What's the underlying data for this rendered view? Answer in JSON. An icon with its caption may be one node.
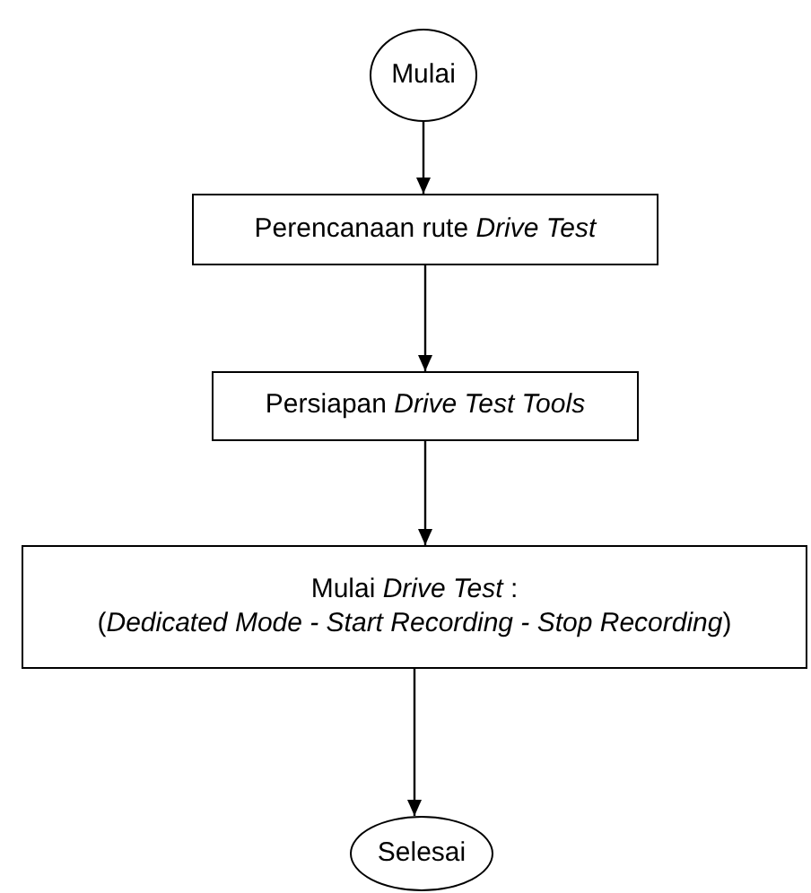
{
  "diagram": {
    "nodes": [
      {
        "text": [
          "Mulai"
        ]
      },
      {
        "text": [
          "Perencanaan rute *Drive Test*"
        ]
      },
      {
        "text": [
          "Persiapan *Drive Test Tools*"
        ]
      },
      {
        "text": [
          "Mulai *Drive Test* :",
          "(*Dedicated Mode - Start Recording - Stop Recording*)"
        ]
      },
      {
        "text": [
          "Selesai"
        ]
      }
    ],
    "edges": [
      {
        "from": 0,
        "to": 1,
        "arrow": "to"
      },
      {
        "from": 1,
        "to": 2,
        "arrow": "to"
      },
      {
        "from": 2,
        "to": 3,
        "arrow": "to"
      },
      {
        "from": 3,
        "to": 4,
        "arrow": "to"
      }
    ]
  }
}
